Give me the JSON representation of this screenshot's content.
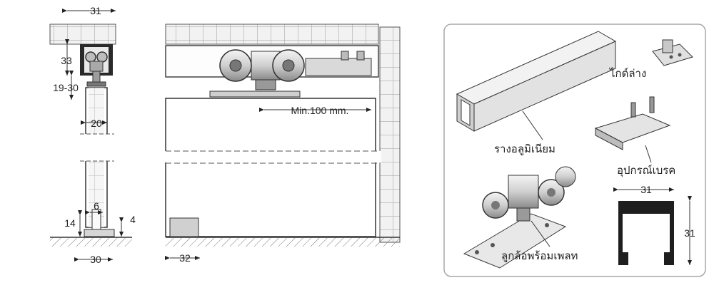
{
  "colors": {
    "line": "#333333",
    "panel_border": "#a8a8a8",
    "tile": "#ececec",
    "metal_light": "#e6e6e6",
    "metal_mid": "#bdbdbd",
    "metal_dark": "#6f6f6f"
  },
  "side_view": {
    "dim_top_width": "31",
    "dim_track_height": "33",
    "dim_gap": "19-30",
    "dim_door_thickness": "20",
    "dim_guide_width": "6",
    "dim_guide_height": "14",
    "dim_floor_gap": "4",
    "dim_guide_base": "30"
  },
  "front_view": {
    "dim_min_distance": "Min.100 mm.",
    "dim_guide_block": "32"
  },
  "parts_panel": {
    "label_guide": "ไกด์ล่าง",
    "label_track": "รางอลูมิเนียม",
    "label_brake": "อุปกรณ์เบรค",
    "label_roller": "ลูกล้อพร้อมเพลท",
    "profile_width": "31",
    "profile_height": "31"
  }
}
